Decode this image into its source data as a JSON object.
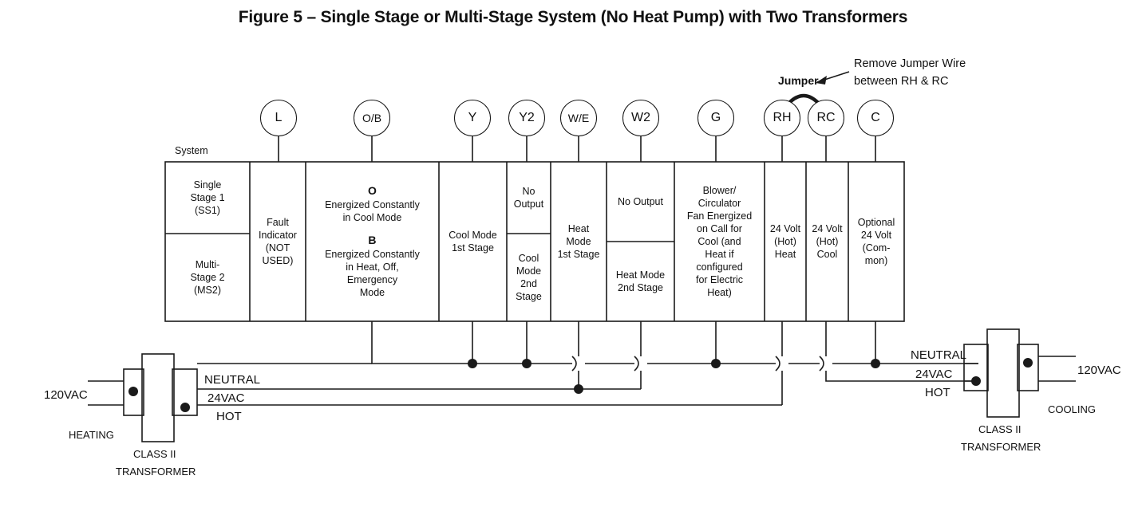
{
  "figure": {
    "title": "Figure 5 – Single Stage or Multi-Stage System (No Heat Pump) with Two Transformers",
    "system_label": "System"
  },
  "annotation": {
    "jumper_label": "Jumper",
    "note_line1": "Remove Jumper Wire",
    "note_line2": "between RH & RC"
  },
  "terminals": [
    {
      "id": "L",
      "label": "L"
    },
    {
      "id": "OB",
      "label": "O/B"
    },
    {
      "id": "Y",
      "label": "Y"
    },
    {
      "id": "Y2",
      "label": "Y2"
    },
    {
      "id": "WE",
      "label": "W/E"
    },
    {
      "id": "W2",
      "label": "W2"
    },
    {
      "id": "G",
      "label": "G"
    },
    {
      "id": "RH",
      "label": "RH"
    },
    {
      "id": "RC",
      "label": "RC"
    },
    {
      "id": "C",
      "label": "C"
    }
  ],
  "columns": {
    "system": {
      "top": "Single\nStage 1\n(SS1)",
      "top_line1": "Single",
      "top_line2": "Stage 1",
      "top_line3": "(SS1)",
      "bottom_line1": "Multi-",
      "bottom_line2": "Stage 2",
      "bottom_line3": "(MS2)"
    },
    "L": {
      "line1": "Fault",
      "line2": "Indicator",
      "line3": "(NOT",
      "line4": "USED)"
    },
    "OB": {
      "o_letter": "O",
      "o_line1": "Energized Constantly",
      "o_line2": "in Cool Mode",
      "b_letter": "B",
      "b_line1": "Energized Constantly",
      "b_line2": "in Heat, Off,",
      "b_line3": "Emergency",
      "b_line4": "Mode"
    },
    "Y": {
      "line1": "Cool Mode",
      "line2": "1st Stage"
    },
    "Y2": {
      "top_line1": "No",
      "top_line2": "Output",
      "bottom_line1": "Cool",
      "bottom_line2": "Mode",
      "bottom_line3": "2nd",
      "bottom_line4": "Stage"
    },
    "WE": {
      "line1": "Heat",
      "line2": "Mode",
      "line3": "1st Stage"
    },
    "W2": {
      "top_line1": "No Output",
      "bottom_line1": "Heat Mode",
      "bottom_line2": "2nd Stage"
    },
    "G": {
      "line1": "Blower/",
      "line2": "Circulator",
      "line3": "Fan Energized",
      "line4": "on Call for",
      "line5": "Cool (and",
      "line6": "Heat if",
      "line7": "configured",
      "line8": "for Electric",
      "line9": "Heat)"
    },
    "RH": {
      "line1": "24 Volt",
      "line2": "(Hot)",
      "line3": "Heat"
    },
    "RC": {
      "line1": "24 Volt",
      "line2": "(Hot)",
      "line3": "Cool"
    },
    "C": {
      "line1": "Optional",
      "line2": "24 Volt",
      "line3": "(Com-",
      "line4": "mon)"
    }
  },
  "transformers": {
    "heating": {
      "supply_voltage": "120VAC",
      "system_name": "HEATING",
      "device_line1": "CLASS II",
      "device_line2": "TRANSFORMER",
      "out_neutral": "NEUTRAL",
      "out_voltage": "24VAC",
      "out_hot": "HOT"
    },
    "cooling": {
      "supply_voltage": "120VAC",
      "system_name": "COOLING",
      "device_line1": "CLASS II",
      "device_line2": "TRANSFORMER",
      "out_neutral": "NEUTRAL",
      "out_voltage": "24VAC",
      "out_hot": "HOT"
    }
  },
  "colors": {
    "line": "#1a1a1a",
    "background": "#ffffff",
    "text": "#111111"
  }
}
